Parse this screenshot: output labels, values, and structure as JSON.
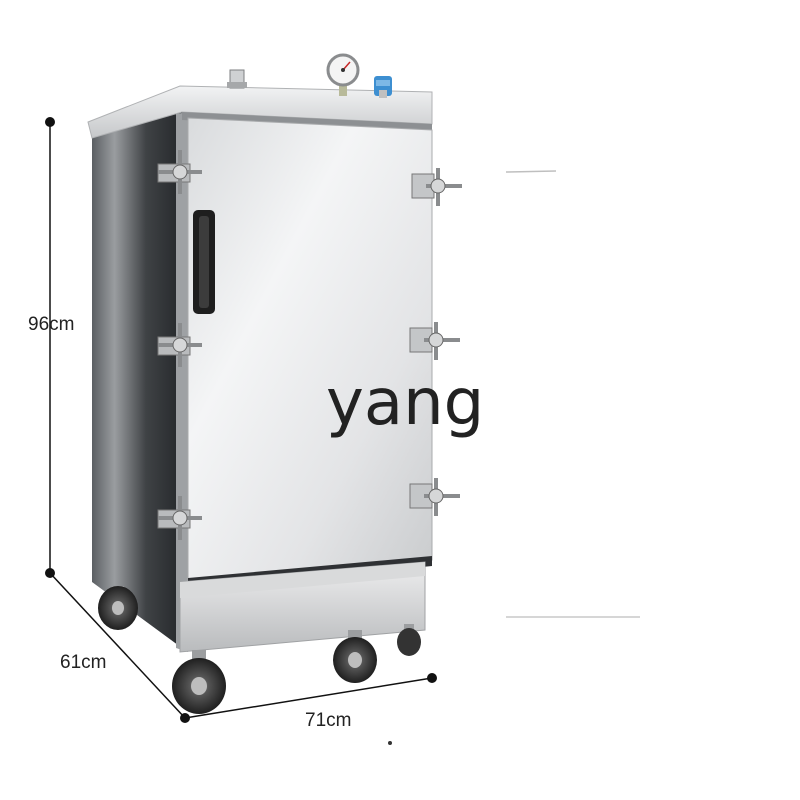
{
  "product": {
    "name": "stainless-steel-steam-cabinet",
    "wheel_count_visible": 4,
    "latch_count_visible": 6
  },
  "dimensions": {
    "height_label": "96cm",
    "depth_label": "61cm",
    "width_label": "71cm"
  },
  "watermark": {
    "text": "yang"
  },
  "colors": {
    "steel_light": "#e8e9ea",
    "steel_mid": "#b7b9bb",
    "steel_dark": "#3a3d40",
    "wheel_dark": "#2b2b2b",
    "dimension_line": "#111111",
    "gauge_blue": "#3d8fd1"
  }
}
